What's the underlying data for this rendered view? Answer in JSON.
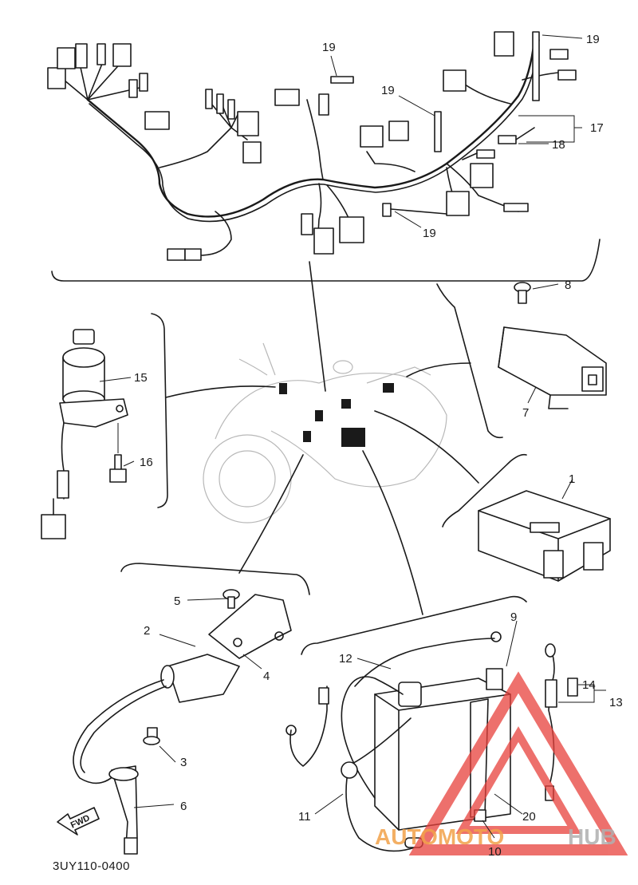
{
  "diagram_code": "3UY110-0400",
  "direction_arrow": {
    "text": "FWD",
    "icon": "forward-arrow-icon"
  },
  "watermark": {
    "text_left": "AUTOMOTO",
    "text_right": "HUB",
    "colors": {
      "logo": "#e8413c",
      "text_left": "#f2a24a",
      "text_right": "#b0b0b0"
    }
  },
  "callouts": {
    "c1": "1",
    "c2": "2",
    "c3": "3",
    "c4": "4",
    "c5": "5",
    "c6": "6",
    "c7": "7",
    "c8": "8",
    "c9": "9",
    "c10": "10",
    "c11": "11",
    "c12": "12",
    "c13": "13",
    "c14": "14",
    "c15": "15",
    "c16": "16",
    "c17": "17",
    "c18": "18",
    "c19a": "19",
    "c19b": "19",
    "c19c": "19",
    "c19d": "19",
    "c20": "20"
  }
}
